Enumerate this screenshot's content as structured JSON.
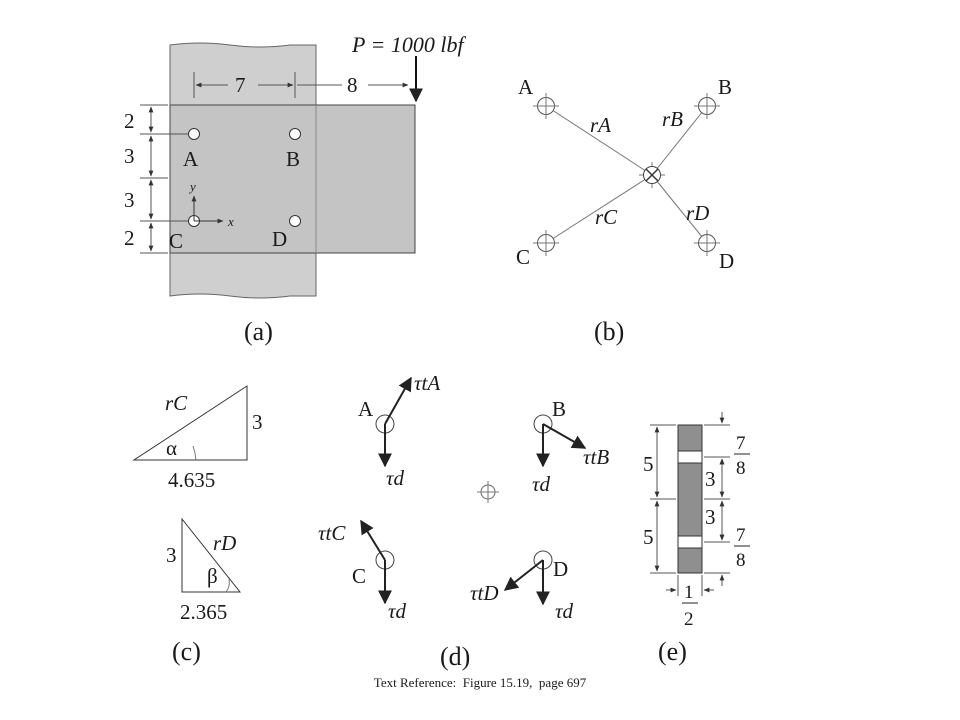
{
  "panel_a": {
    "load_label": "P = 1000 lbf",
    "dim_horizontal": [
      "7",
      "8"
    ],
    "dim_vertical": [
      "2",
      "3",
      "3",
      "2"
    ],
    "bolts": [
      "A",
      "B",
      "C",
      "D"
    ],
    "axis_x": "x",
    "axis_y": "y",
    "label": "(a)"
  },
  "panel_b": {
    "bolts": [
      "A",
      "B",
      "C",
      "D"
    ],
    "radii": [
      "rA",
      "rB",
      "rC",
      "rD"
    ],
    "label": "(b)"
  },
  "panel_c": {
    "triangle1": {
      "hyp": "rC",
      "angle": "α",
      "base": "4.635",
      "height": "3"
    },
    "triangle2": {
      "hyp": "rD",
      "angle": "β",
      "base": "2.365",
      "height": "3"
    },
    "label": "(c)"
  },
  "panel_d": {
    "bolts": [
      "A",
      "B",
      "C",
      "D"
    ],
    "tau_t": [
      "τtA",
      "τtB",
      "τtC",
      "τtD"
    ],
    "tau_d": "τd",
    "label": "(d)"
  },
  "panel_e": {
    "dims_left": [
      "5",
      "5"
    ],
    "dims_right": [
      "3",
      "3"
    ],
    "frac_num": "7",
    "frac_den": "8",
    "thick_num": "1",
    "thick_den": "2",
    "label": "(e)"
  },
  "caption": "Text Reference:  Figure 15.19,  page 697"
}
